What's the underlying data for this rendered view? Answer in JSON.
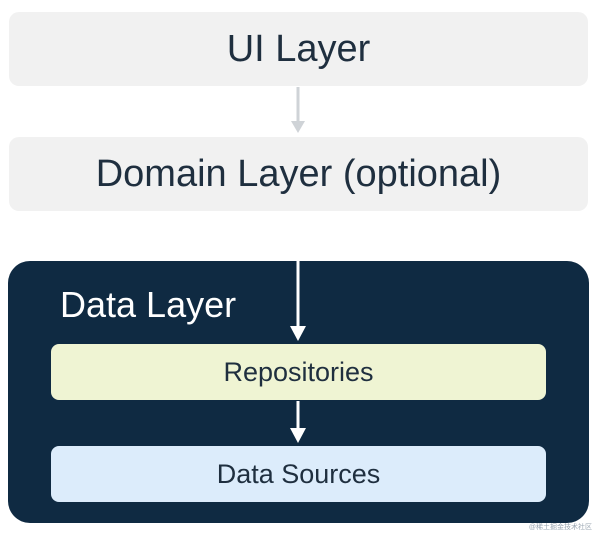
{
  "layers": {
    "ui": "UI Layer",
    "domain": "Domain Layer (optional)",
    "data": {
      "title": "Data Layer",
      "repositories": "Repositories",
      "data_sources": "Data Sources"
    }
  },
  "watermark": "@稀土掘金技术社区",
  "colors": {
    "light_layer_bg": "#f1f1f1",
    "data_layer_bg": "#0f2a42",
    "repositories_bg": "#eff4d3",
    "data_sources_bg": "#dcecfb",
    "text_dark": "#1f2f3f",
    "light_arrow": "#cfd3d7"
  }
}
